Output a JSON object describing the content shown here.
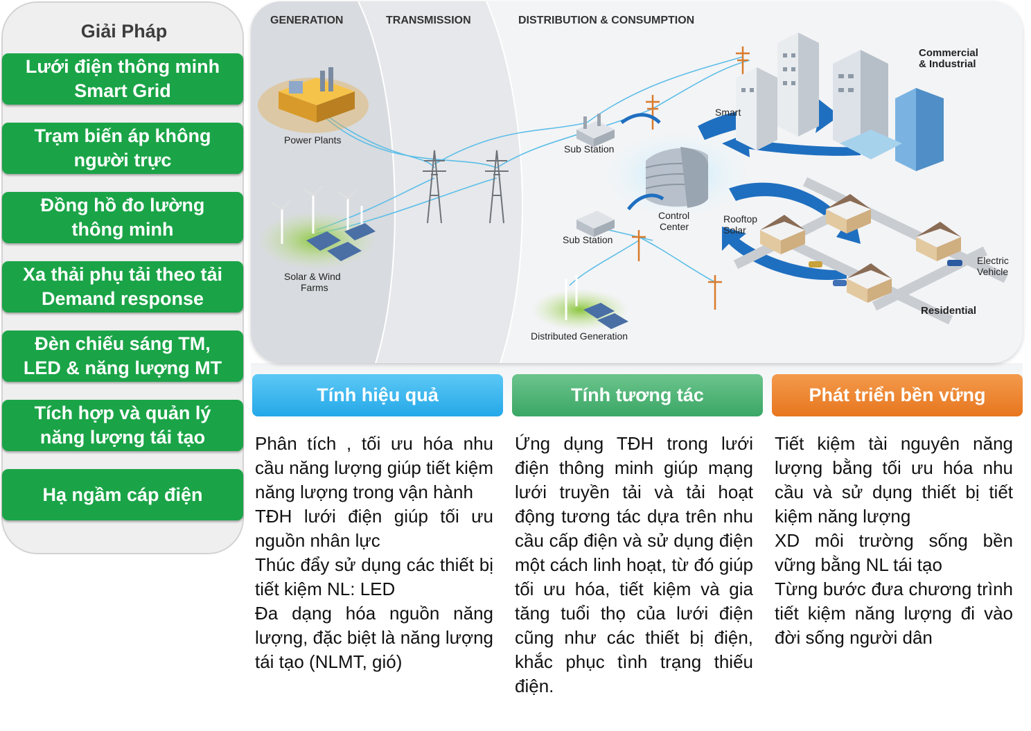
{
  "sidebar": {
    "title": "Giải Pháp",
    "items": [
      {
        "label": "Lưới điện thông minh\nSmart Grid"
      },
      {
        "label": "Trạm biến áp không\nngười trực"
      },
      {
        "label": "Đồng hồ đo lường\nthông minh"
      },
      {
        "label": "Xa thải phụ tải theo tải\nDemand response"
      },
      {
        "label": "Đèn chiếu sáng TM,\nLED & năng lượng MT"
      },
      {
        "label": "Tích hợp và quản lý\nnăng lượng tái tạo"
      },
      {
        "label": "Hạ ngầm cáp điện"
      }
    ]
  },
  "diagram": {
    "sections": {
      "generation": "GENERATION",
      "transmission": "TRANSMISSION",
      "distribution": "DISTRIBUTION & CONSUMPTION"
    },
    "labels": {
      "power_plants": "Power Plants",
      "solar_wind_1": "Solar & Wind",
      "solar_wind_2": "Farms",
      "sub_station_top": "Sub Station",
      "sub_station_bottom": "Sub Station",
      "control_1": "Control",
      "control_2": "Center",
      "rooftop_1": "Rooftop",
      "rooftop_2": "Solar",
      "distributed": "Distributed Generation",
      "commercial_1": "Commercial",
      "commercial_2": "& Industrial",
      "smart_meter": "Smart",
      "ev_1": "Electric",
      "ev_2": "Vehicle",
      "residential": "Residential"
    },
    "colors": {
      "arrow": "#1f6fc0",
      "line": "#4fb8e6",
      "green": "#8cc63f"
    }
  },
  "cards": [
    {
      "title": "Tính hiệu quả",
      "paragraphs": [
        "Phân tích , tối ưu hóa nhu cầu năng lượng giúp tiết kiệm năng lượng trong vận hành",
        "TĐH lưới điện giúp tối ưu nguồn nhân lực",
        "Thúc đẩy sử dụng các thiết bị tiết kiệm NL: LED",
        "Đa dạng hóa nguồn năng lượng, đặc biệt là năng lượng tái tạo (NLMT, gió)"
      ]
    },
    {
      "title": "Tính tương tác",
      "paragraphs": [
        "Ứng dụng TĐH trong lưới điện thông minh giúp mạng lưới truyền tải và tải hoạt động tương tác dựa trên nhu cầu cấp điện và sử dụng điện một cách linh hoạt, từ đó giúp tối ưu hóa, tiết kiệm và gia tăng tuổi thọ của lưới điện cũng như các thiết bị điện, khắc phục tình trạng thiếu điện."
      ]
    },
    {
      "title": "Phát triển bền vững",
      "paragraphs": [
        "Tiết kiệm tài nguyên năng lượng bằng tối ưu hóa nhu cầu và sử dụng thiết bị tiết kiệm năng lượng",
        "XD môi trường sống bền vững bằng NL tái tạo",
        "Từng bước đưa chương trình tiết kiệm năng lượng đi vào đời sống người dân"
      ]
    }
  ]
}
